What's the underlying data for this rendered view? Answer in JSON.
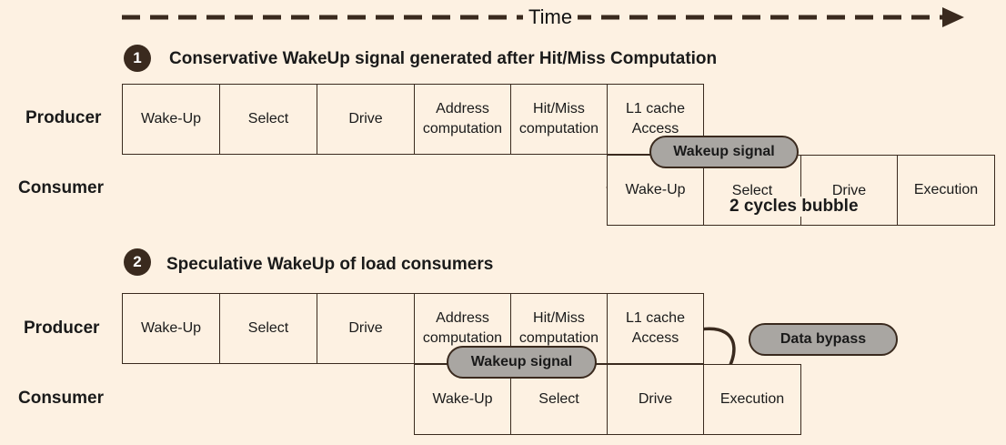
{
  "time_label": "Time",
  "scenario1": {
    "number": "1",
    "title": "Conservative WakeUp signal generated after Hit/Miss Computation",
    "producer_label": "Producer",
    "consumer_label": "Consumer",
    "producer_stages": [
      "Wake-Up",
      "Select",
      "Drive",
      "Address\ncomputation",
      "Hit/Miss\ncomputation",
      "L1 cache\nAccess"
    ],
    "consumer_stages": [
      "Wake-Up",
      "Select",
      "Drive",
      "Execution"
    ],
    "wakeup_signal": "Wakeup signal",
    "bubble_label": "2 cycles bubble"
  },
  "scenario2": {
    "number": "2",
    "title": "Speculative WakeUp of load consumers",
    "producer_label": "Producer",
    "consumer_label": "Consumer",
    "producer_stages": [
      "Wake-Up",
      "Select",
      "Drive",
      "Address\ncomputation",
      "Hit/Miss\ncomputation",
      "L1 cache\nAccess"
    ],
    "consumer_stages": [
      "Wake-Up",
      "Select",
      "Drive",
      "Execution"
    ],
    "wakeup_signal": "Wakeup signal",
    "data_bypass": "Data bypass"
  },
  "colors": {
    "background": "#fdf1e2",
    "dark": "#3a2a1e",
    "pill": "#a9a6a2"
  }
}
